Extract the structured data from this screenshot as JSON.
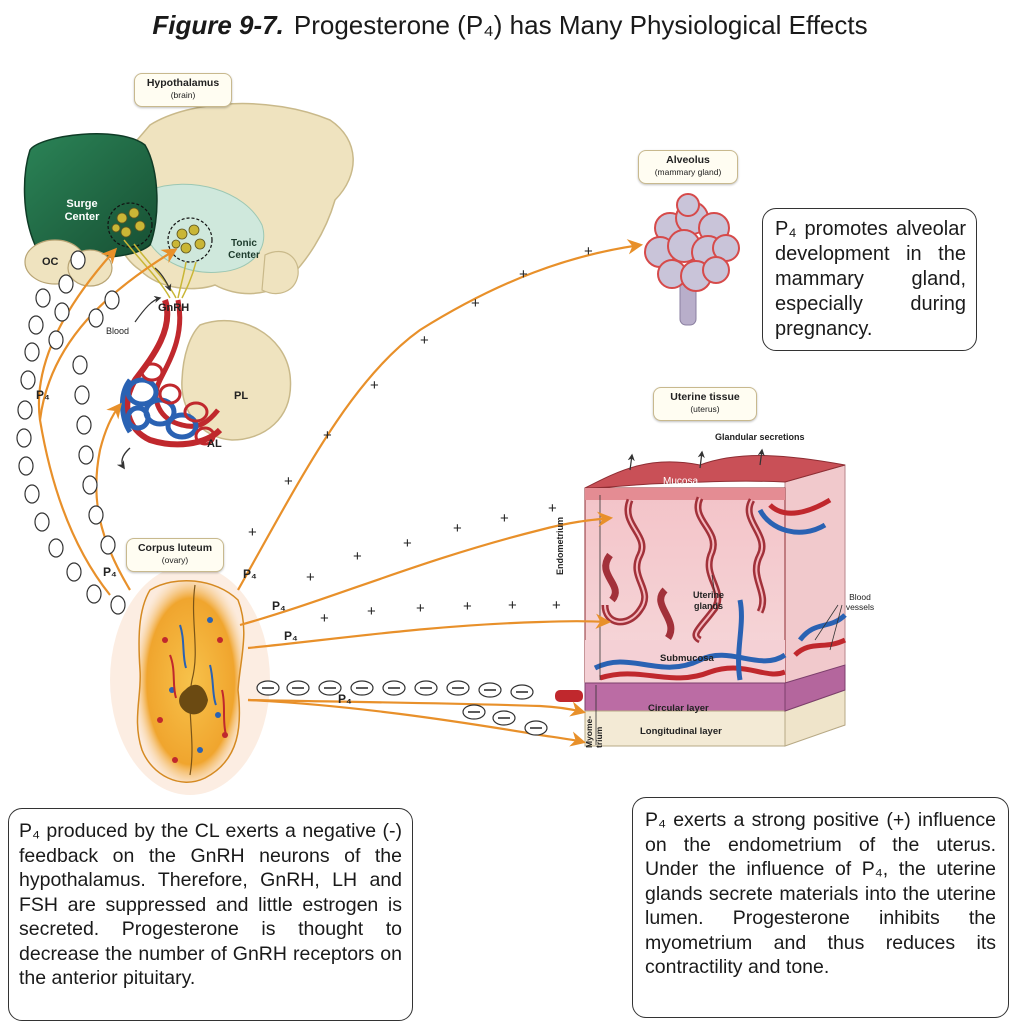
{
  "figure": {
    "label": "Figure 9-7.",
    "title": "Progesterone (P₄) has Many Physiological Effects"
  },
  "anatomy_tags": {
    "hypothalamus": {
      "name": "Hypothalamus",
      "sub": "(brain)"
    },
    "alveolus": {
      "name": "Alveolus",
      "sub": "(mammary gland)"
    },
    "uterine_tissue": {
      "name": "Uterine tissue",
      "sub": "(uterus)"
    },
    "corpus_luteum": {
      "name": "Corpus luteum",
      "sub": "(ovary)"
    }
  },
  "brain_labels": {
    "surge_center": "Surge Center",
    "tonic_center": "Tonic Center",
    "oc": "OC",
    "gnrh": "GnRH",
    "blood": "Blood",
    "pl": "PL",
    "al": "AL"
  },
  "uterus_labels": {
    "glandular_secretions": "Glandular secretions",
    "mucosa": "Mucosa",
    "endometrium": "Endometrium",
    "uterine_glands": "Uterine glands",
    "submucosa": "Submucosa",
    "myometrium": "Myome-trium",
    "circular_layer": "Circular layer",
    "longitudinal_layer": "Longitudinal layer",
    "blood_vessels": "Blood vessels"
  },
  "hormone_symbol": "P₄",
  "plus_sign": "+",
  "minus_sign": "−",
  "callouts": {
    "alveolus": "P₄ promotes alveolar development in the mammary gland, especially during pregnancy.",
    "feedback": "P₄ produced by the CL exerts a negative (-) feedback on the GnRH neurons of the hypothalamus. Therefore, GnRH, LH and FSH are suppressed and little estrogen is secreted. Progesterone is thought to decrease the number of GnRH receptors on the anterior pituitary.",
    "endometrium": "P₄ exerts a strong positive (+) influence on the endometrium of the uterus. Under the influence of P₄, the uterine glands secrete materials into the uterine lumen. Progesterone inhibits the myometrium and thus reduces its contractility and tone."
  },
  "colors": {
    "arrow": "#e8902a",
    "surge_center": "#1f6b45",
    "brain": "#efe3bf",
    "artery": "#c0282d",
    "vein": "#2a62b3",
    "corpus_luteum": "#f0b43a",
    "uterus_pink": "#f6d3d6"
  }
}
